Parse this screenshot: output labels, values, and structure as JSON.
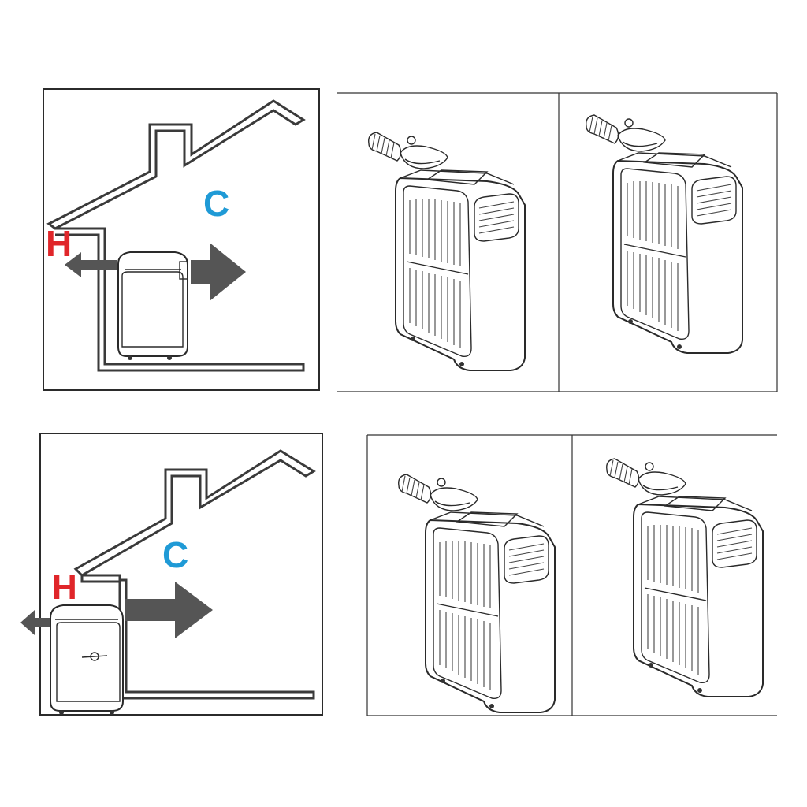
{
  "panels": {
    "top_house": {
      "hot_label": "H",
      "cold_label": "C"
    },
    "bottom_house": {
      "hot_label": "H",
      "cold_label": "C"
    }
  },
  "colors": {
    "hot": "#e0262a",
    "cold": "#1f9ad6",
    "arrow": "#555555",
    "line": "#2b2b2b"
  }
}
